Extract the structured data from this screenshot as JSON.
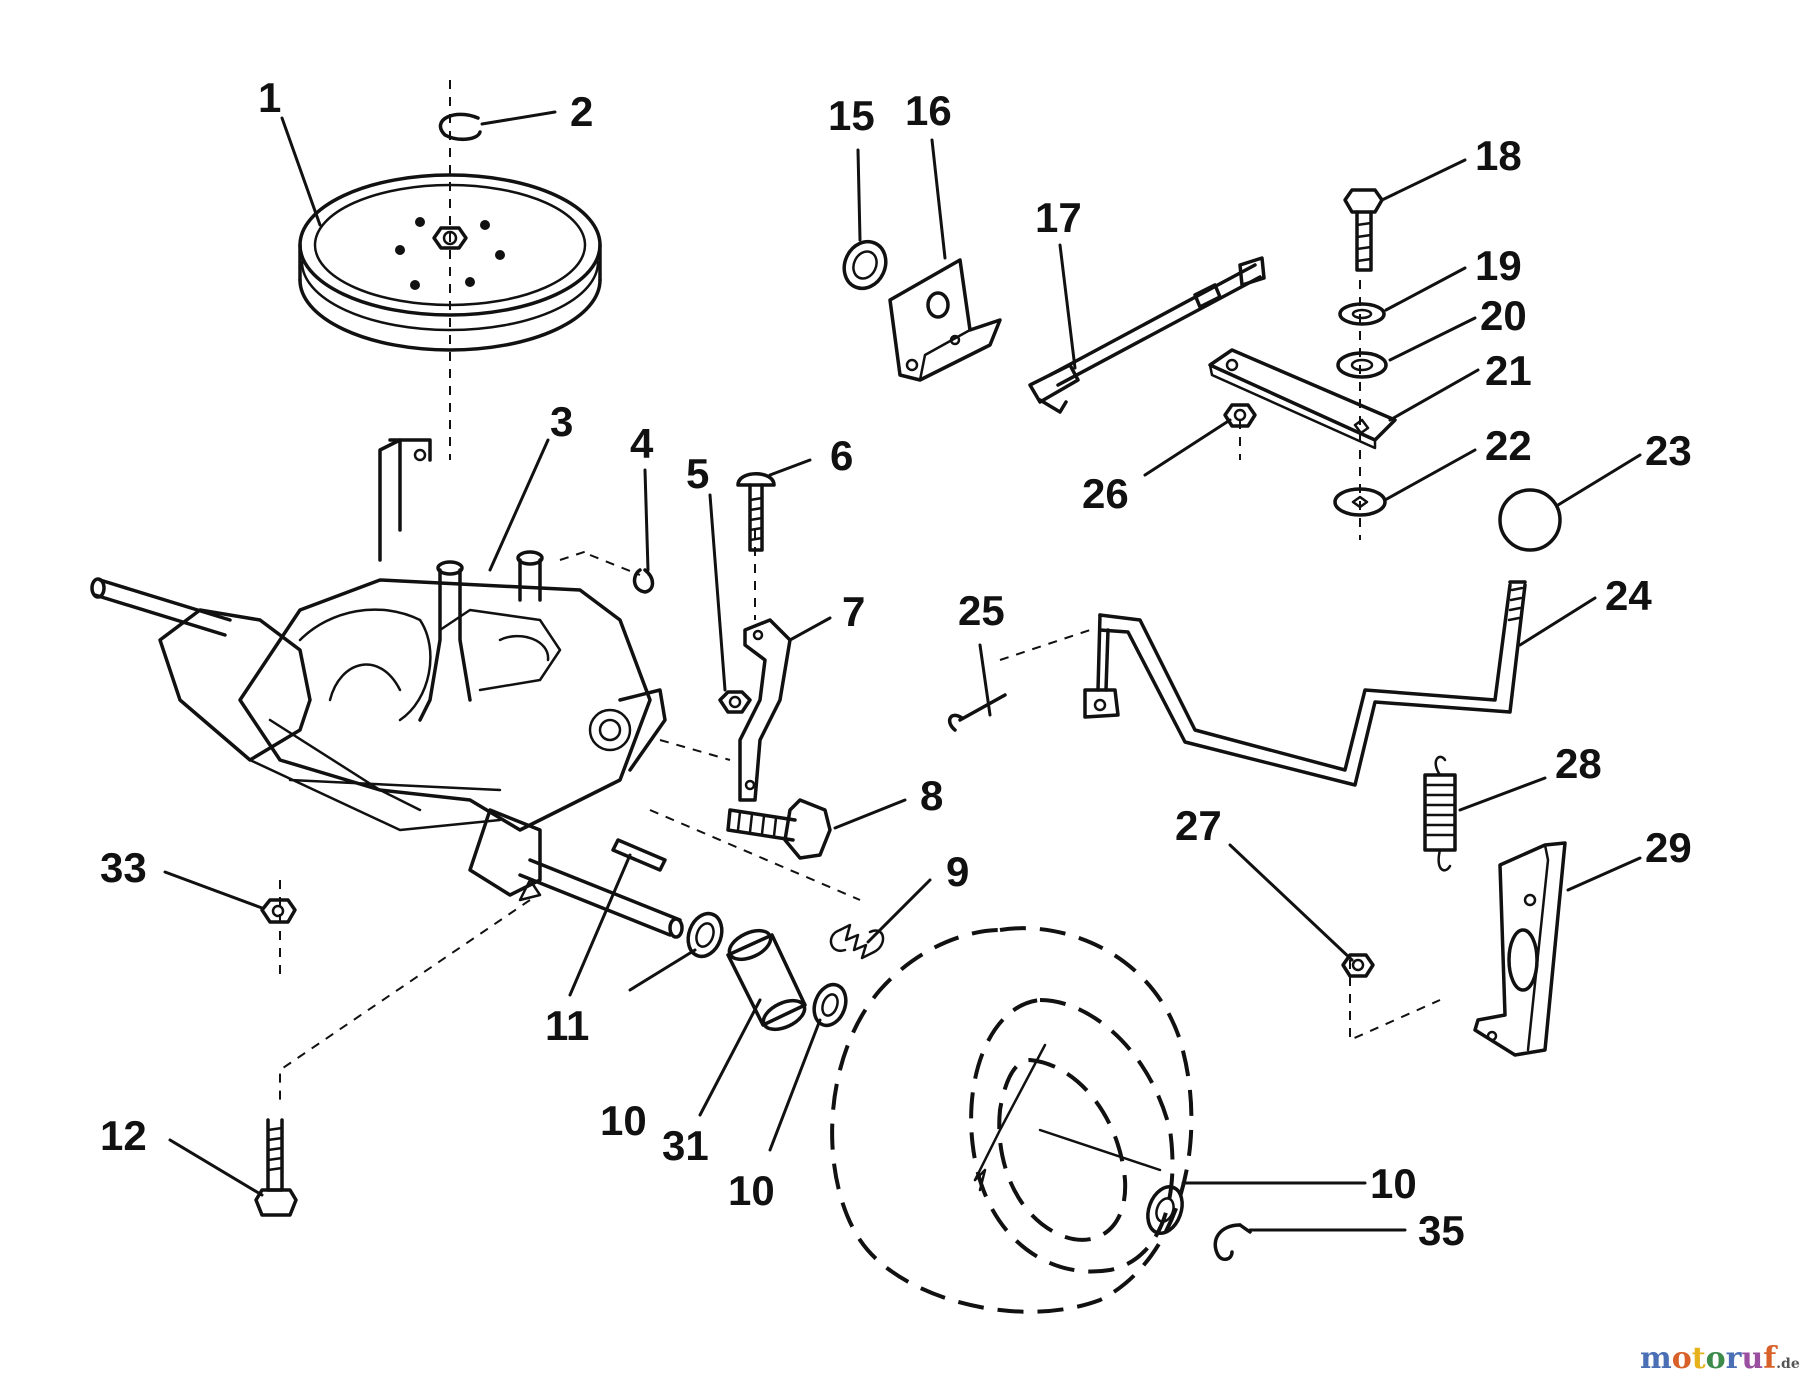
{
  "callouts": {
    "c1": "1",
    "c2": "2",
    "c3": "3",
    "c4": "4",
    "c5": "5",
    "c6": "6",
    "c7": "7",
    "c8": "8",
    "c9": "9",
    "c10a": "10",
    "c10b": "10",
    "c10c": "10",
    "c11": "11",
    "c12": "12",
    "c15": "15",
    "c16": "16",
    "c17": "17",
    "c18": "18",
    "c19": "19",
    "c20": "20",
    "c21": "21",
    "c22": "22",
    "c23": "23",
    "c24": "24",
    "c25": "25",
    "c26": "26",
    "c27": "27",
    "c28": "28",
    "c29": "29",
    "c31": "31",
    "c33": "33",
    "c35": "35"
  },
  "watermark": {
    "brand": "motoruf",
    "suffix": ".de",
    "colors": [
      "#4a6fb5",
      "#d8612a",
      "#e6b21c",
      "#3d8b4b",
      "#9a4fa0"
    ]
  }
}
